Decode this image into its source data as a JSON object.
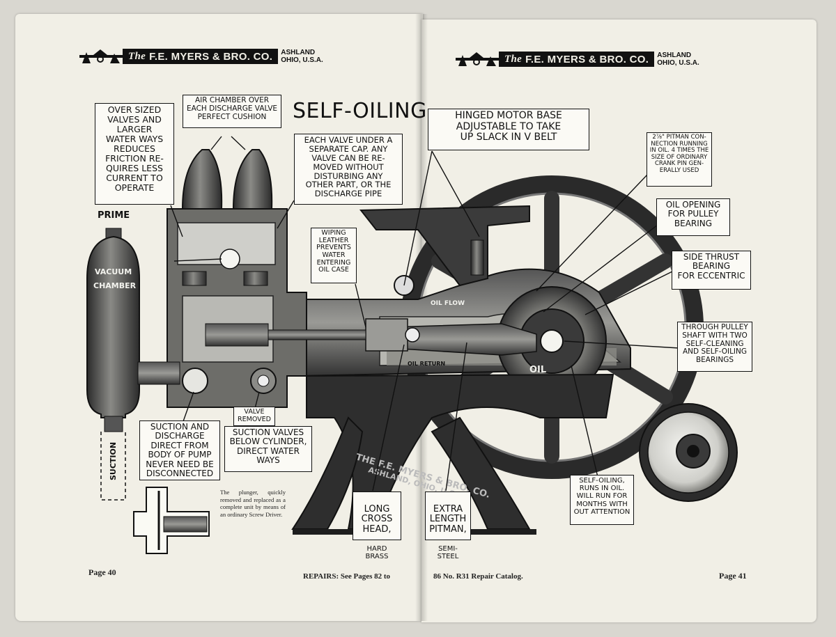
{
  "header": {
    "company_the": "The",
    "company_name": "F.E. MYERS & BRO. CO.",
    "location_line1": "ASHLAND",
    "location_line2": "OHIO, U.S.A."
  },
  "title": "SELF-OILING",
  "callouts": {
    "oversized_valves": "OVER SIZED\nVALVES AND\nLARGER\nWATER WAYS\nREDUCES\nFRICTION RE-\nQUIRES LESS\nCURRENT TO\nOPERATE",
    "air_chamber": "AIR CHAMBER OVER\nEACH DISCHARGE VALVE\nPERFECT CUSHION",
    "each_valve": "EACH VALVE UNDER A\nSEPARATE CAP. ANY\nVALVE CAN BE RE-\nMOVED WITHOUT\nDISTURBING ANY\nOTHER PART, OR THE\nDISCHARGE PIPE",
    "wiping_leather": "WIPING\nLEATHER\nPREVENTS\nWATER\nENTERING\nOIL CASE",
    "hinged_motor": "HINGED MOTOR BASE\nADJUSTABLE TO TAKE\nUP SLACK IN V BELT",
    "pitman_connection": "2⅞\" PITMAN CON-\nNECTION RUNNING\nIN OIL. 4 TIMES THE\nSIZE OF ORDINARY\nCRANK PIN GEN-\nERALLY USED",
    "oil_opening": "OIL OPENING\nFOR PULLEY\nBEARING",
    "side_thrust": "SIDE THRUST\nBEARING\nFOR ECCENTRIC",
    "through_pulley": "THROUGH PULLEY\nSHAFT WITH TWO\nSELF-CLEANING\nAND SELF-OILING\nBEARINGS",
    "suction_discharge": "SUCTION AND\nDISCHARGE\nDIRECT FROM\nBODY OF PUMP\nNEVER NEED BE\nDISCONNECTED",
    "valve_removed": "VALVE\nREMOVED",
    "suction_valves": "SUCTION VALVES\nBELOW CYLINDER,\nDIRECT WATER\nWAYS",
    "long_cross_head": "LONG\nCROSS\nHEAD,",
    "hard_brass": "HARD BRASS",
    "extra_length": "EXTRA\nLENGTH\nPITMAN,",
    "semi_steel": "SEMI-STEEL",
    "self_oiling_runs": "SELF-OILING,\nRUNS IN OIL.\nWILL RUN FOR\nMONTHS WITH\nOUT ATTENTION"
  },
  "diagram_labels": {
    "prime": "PRIME",
    "vacuum": "VACUUM",
    "chamber": "CHAMBER",
    "suction": "SUCTION",
    "oil_flow": "OIL FLOW",
    "oil_return": "OIL RETURN",
    "oil": "OIL",
    "casting_line1": "THE F.E. MYERS & BRO. CO.",
    "casting_line2": "ASHLAND, OHIO, U.S.A."
  },
  "caption": "The plunger, quickly removed and replaced as a complete unit by means of an ordinary Screw Driver.",
  "footer": {
    "page_left": "Page 40",
    "repairs": "REPAIRS: See Pages 82  to",
    "catalog": "86 No. R31 Repair Catalog.",
    "page_right": "Page 41"
  }
}
